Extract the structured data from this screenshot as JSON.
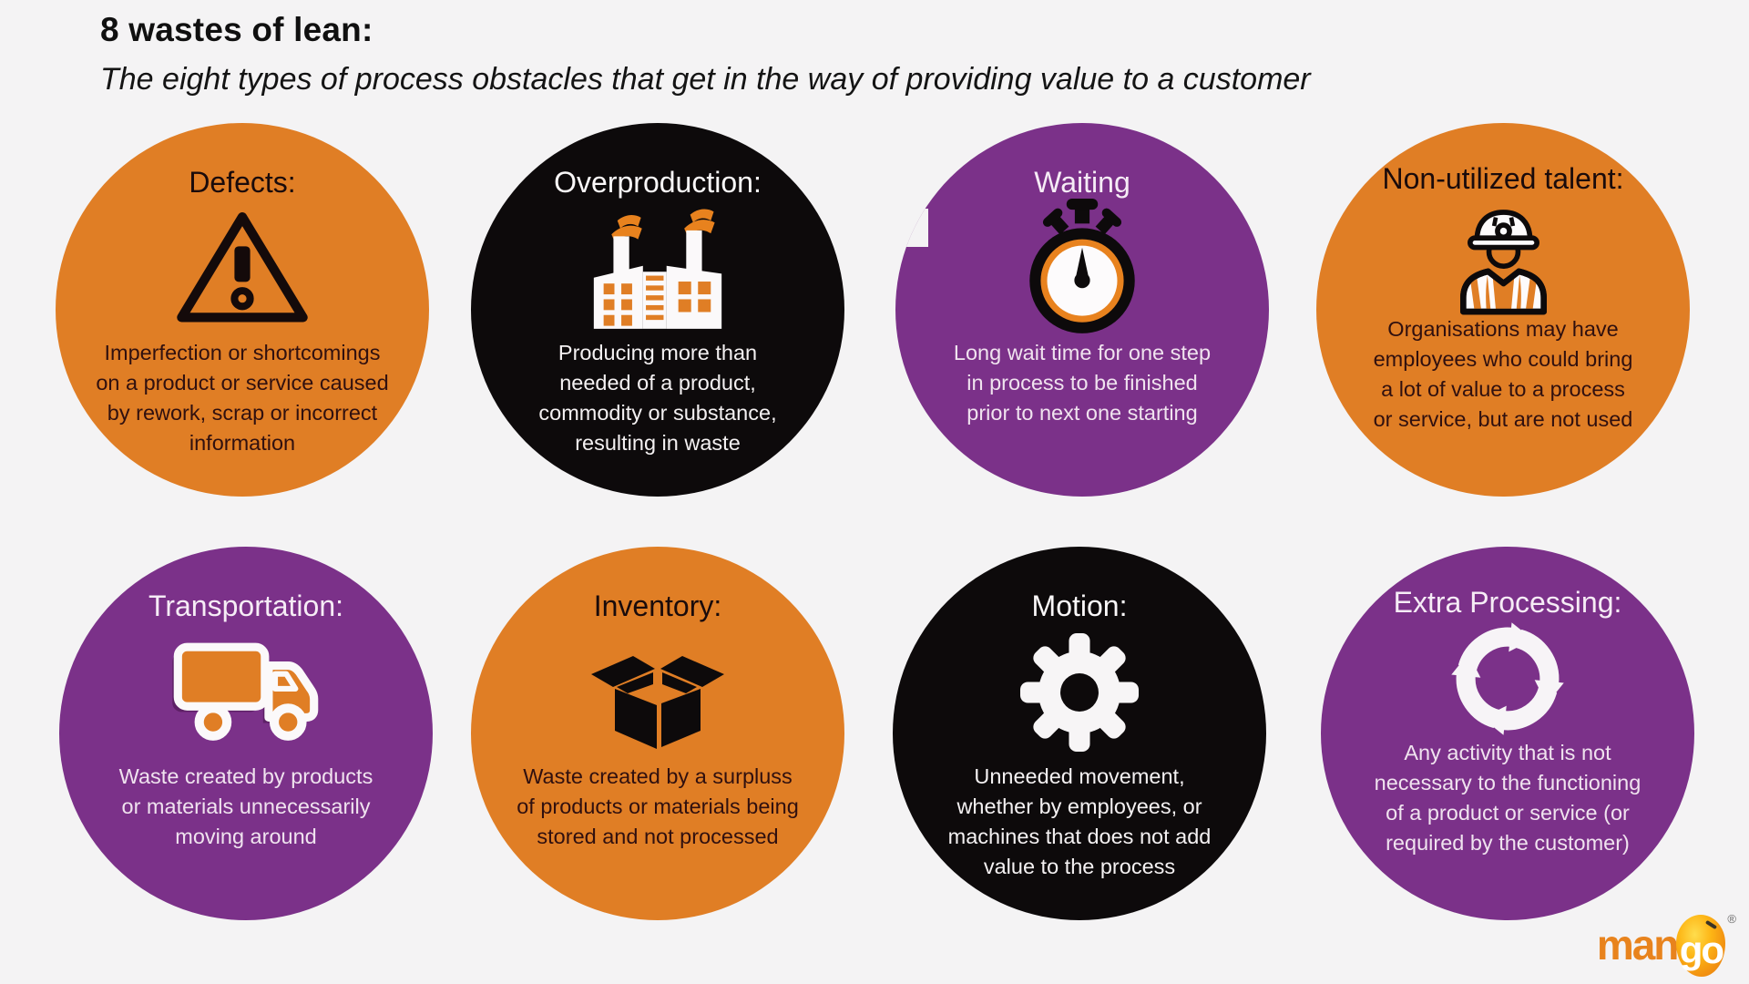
{
  "header": {
    "title": "8 wastes of lean:",
    "subtitle": "The eight types of process obstacles that get in the way of providing value to a customer"
  },
  "wastes": [
    {
      "name": "Defects",
      "label": "Defects:",
      "theme": "orange",
      "icon": "warning-triangle-icon",
      "description": "Imperfection or shortcomings on a product or service caused by rework, scrap or incorrect information"
    },
    {
      "name": "Overproduction",
      "label": "Overproduction:",
      "theme": "black",
      "icon": "factory-icon",
      "description": "Producing more than needed of a product, commodity or substance, resulting in waste"
    },
    {
      "name": "Waiting",
      "label": "Waiting",
      "theme": "purple",
      "icon": "stopwatch-icon",
      "description": "Long wait time for one step in process to be finished prior to next one starting"
    },
    {
      "name": "Non-utilized talent",
      "label": "Non-utilized talent:",
      "theme": "orange",
      "icon": "construction-worker-icon",
      "description": "Organisations may have employees who could bring a lot of value to a process or service, but are not used"
    },
    {
      "name": "Transportation",
      "label": "Transportation:",
      "theme": "purple",
      "icon": "truck-icon",
      "description": "Waste created by products or materials unnecessarily moving around"
    },
    {
      "name": "Inventory",
      "label": "Inventory:",
      "theme": "orange",
      "icon": "open-box-icon",
      "description": "Waste created by a surpluss of products or materials being stored and not processed"
    },
    {
      "name": "Motion",
      "label": "Motion:",
      "theme": "black",
      "icon": "gear-icon",
      "description": "Unneeded movement, whether by employees, or machines that does not add value to the process"
    },
    {
      "name": "Extra Processing",
      "label": "Extra Processing:",
      "theme": "purple",
      "icon": "cycle-arrows-icon",
      "description": "Any activity that is not necessary to the functioning of a product or service (or required by the customer)"
    }
  ],
  "colors": {
    "orange": "#E07E25",
    "purple": "#7B3189",
    "black": "#0D0A0B",
    "background": "#F4F3F4"
  },
  "logo": {
    "brand": "mango",
    "prefix": "man",
    "suffix": "go",
    "registered": "®"
  }
}
